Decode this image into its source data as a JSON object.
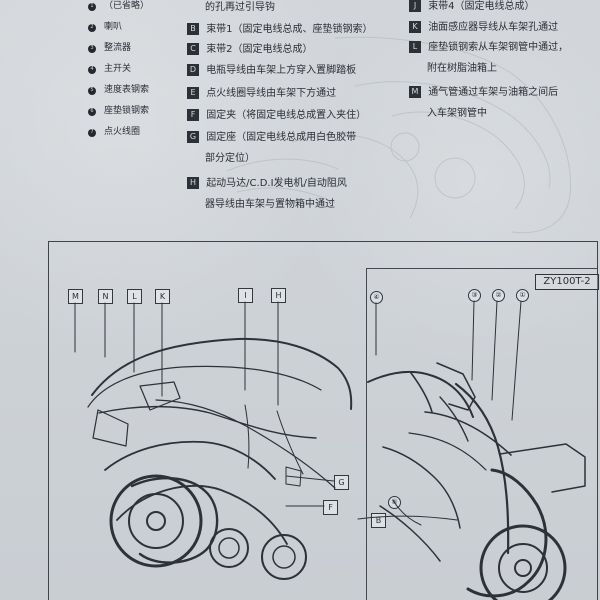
{
  "left_legend": [
    {
      "num": "1",
      "label": "（已省略）"
    },
    {
      "num": "2",
      "label": "喇叭"
    },
    {
      "num": "3",
      "label": "整流器"
    },
    {
      "num": "4",
      "label": "主开关"
    },
    {
      "num": "5",
      "label": "速度表钢索"
    },
    {
      "num": "6",
      "label": "座垫锁钢索"
    },
    {
      "num": "7",
      "label": "点火线圈"
    }
  ],
  "middle_notes": [
    {
      "tag": "",
      "text": "的孔再过引导钩"
    },
    {
      "tag": "B",
      "text": "束带1（固定电线总成、座垫锁钢索）"
    },
    {
      "tag": "C",
      "text": "束带2（固定电线总成）"
    },
    {
      "tag": "D",
      "text": "电瓶导线由车架上方穿入置脚踏板"
    },
    {
      "tag": "E",
      "text": "点火线圈导线由车架下方通过"
    },
    {
      "tag": "F",
      "text": "固定夹（将固定电线总成置入夹住）"
    },
    {
      "tag": "G",
      "text": "固定座（固定电线总成用白色胶带"
    },
    {
      "tag": "",
      "text": "部分定位）"
    },
    {
      "tag": "H",
      "text": "起动马达/C.D.I发电机/自动阻风"
    },
    {
      "tag": "",
      "text": "器导线由车架与置物箱中通过"
    }
  ],
  "right_notes": [
    {
      "tag": "J",
      "text": "束带4（固定电线总成）"
    },
    {
      "tag": "K",
      "text": "油面感应器导线从车架孔通过"
    },
    {
      "tag": "L",
      "text": "座垫锁钢索从车架钢管中通过，"
    },
    {
      "tag": "",
      "text": "附在树脂油箱上"
    },
    {
      "tag": "M",
      "text": "通气管通过车架与油箱之间后"
    },
    {
      "tag": "",
      "text": "入车架钢管中"
    }
  ],
  "diagram": {
    "model": "ZY100T-2",
    "top_letters": [
      "M",
      "N",
      "L",
      "K",
      "I",
      "H"
    ],
    "top_numbers": [
      "④",
      "③",
      "②",
      "①"
    ],
    "callouts": [
      "G",
      "F",
      "B",
      "⑥"
    ]
  },
  "colors": {
    "paper": "#cfd3d8",
    "ink": "#2b2f36"
  }
}
